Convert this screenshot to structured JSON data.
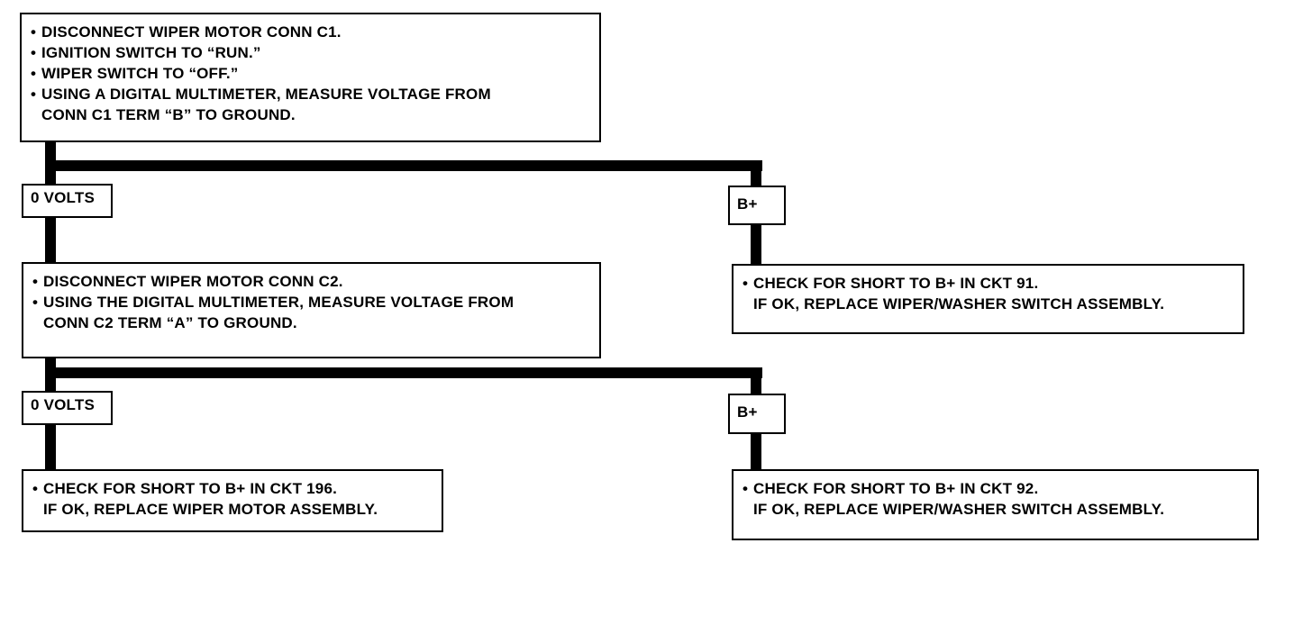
{
  "step1": {
    "items": [
      "DISCONNECT WIPER MOTOR CONN C1.",
      "IGNITION SWITCH TO “RUN.”",
      "WIPER SWITCH TO “OFF.”",
      "USING A DIGITAL MULTIMETER, MEASURE VOLTAGE FROM\nCONN C1 TERM “B” TO GROUND."
    ]
  },
  "branch1": {
    "left_label": "0 VOLTS",
    "right_label": "B+"
  },
  "step2": {
    "items": [
      "DISCONNECT WIPER MOTOR CONN C2.",
      "USING THE DIGITAL MULTIMETER, MEASURE VOLTAGE FROM\nCONN C2 TERM “A” TO GROUND."
    ]
  },
  "result_b1": {
    "items": [
      "CHECK FOR SHORT TO B+ IN CKT 91.\nIF OK, REPLACE WIPER/WASHER SWITCH ASSEMBLY."
    ]
  },
  "branch2": {
    "left_label": "0 VOLTS",
    "right_label": "B+"
  },
  "result_0v2": {
    "items": [
      "CHECK FOR SHORT TO B+ IN CKT 196.\nIF OK, REPLACE WIPER MOTOR ASSEMBLY."
    ]
  },
  "result_b2": {
    "items": [
      "CHECK FOR SHORT TO B+ IN CKT 92.\nIF OK, REPLACE WIPER/WASHER SWITCH ASSEMBLY."
    ]
  },
  "bullet_glyph": "•"
}
